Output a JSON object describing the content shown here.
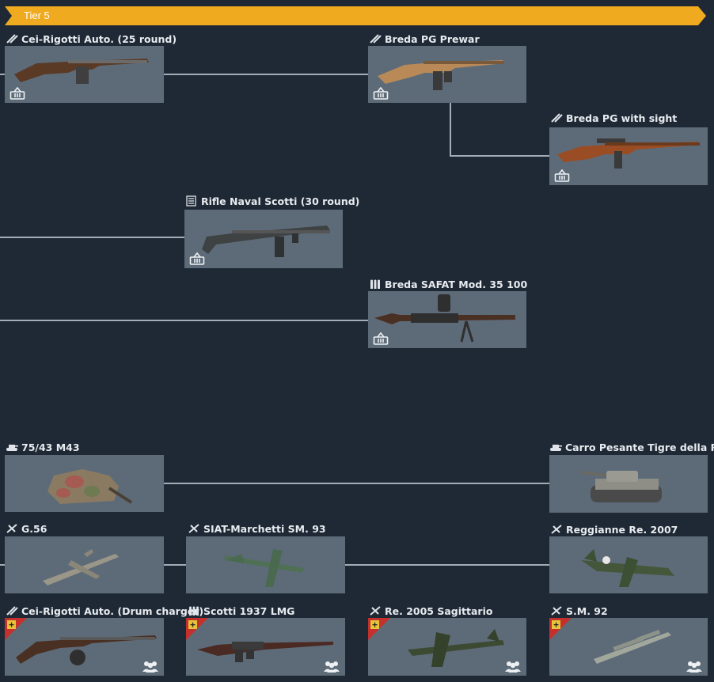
{
  "tier": {
    "label": "Tier 5"
  },
  "cards": [
    {
      "key": "cei-rigotti-25",
      "title": "Cei-Rigotti Auto. (25 round)",
      "type_icon": "rifle-icon",
      "badge": "basket-icon"
    },
    {
      "key": "breda-pg-prewar",
      "title": "Breda PG Prewar",
      "type_icon": "rifle-icon",
      "badge": "basket-icon"
    },
    {
      "key": "breda-pg-sight",
      "title": "Breda PG with sight",
      "type_icon": "rifle-icon",
      "badge": "basket-icon"
    },
    {
      "key": "rifle-naval-scotti",
      "title": "Rifle Naval Scotti (30 round)",
      "type_icon": "list-icon",
      "badge": "basket-icon"
    },
    {
      "key": "breda-safat",
      "title": "Breda SAFAT Mod. 35 100",
      "type_icon": "ammo-icon",
      "badge": "basket-icon"
    },
    {
      "key": "m43",
      "title": "75/43 M43",
      "type_icon": "tank-icon",
      "badge": ""
    },
    {
      "key": "tigre-rsi",
      "title": "Carro Pesante Tigre della RSI",
      "type_icon": "tank-icon",
      "badge": ""
    },
    {
      "key": "g56",
      "title": "G.56",
      "type_icon": "plane-icon",
      "badge": ""
    },
    {
      "key": "siat-sm93",
      "title": "SIAT-Marchetti SM. 93",
      "type_icon": "plane-icon",
      "badge": ""
    },
    {
      "key": "re2007",
      "title": "Reggianne Re. 2007",
      "type_icon": "plane-icon",
      "badge": ""
    },
    {
      "key": "cei-rigotti-drum",
      "title": "Cei-Rigotti Auto. (Drum charger)",
      "type_icon": "rifle-icon",
      "badge": "squad-icon",
      "premium": "+"
    },
    {
      "key": "scotti-1937",
      "title": "Scotti 1937 LMG",
      "type_icon": "ammo-icon",
      "badge": "squad-icon",
      "premium": "+"
    },
    {
      "key": "re2005",
      "title": "Re. 2005 Sagittario",
      "type_icon": "plane-icon",
      "badge": "squad-icon",
      "premium": "+"
    },
    {
      "key": "sm92",
      "title": "S.M. 92",
      "type_icon": "plane-icon",
      "badge": "squad-icon",
      "premium": "+"
    }
  ]
}
